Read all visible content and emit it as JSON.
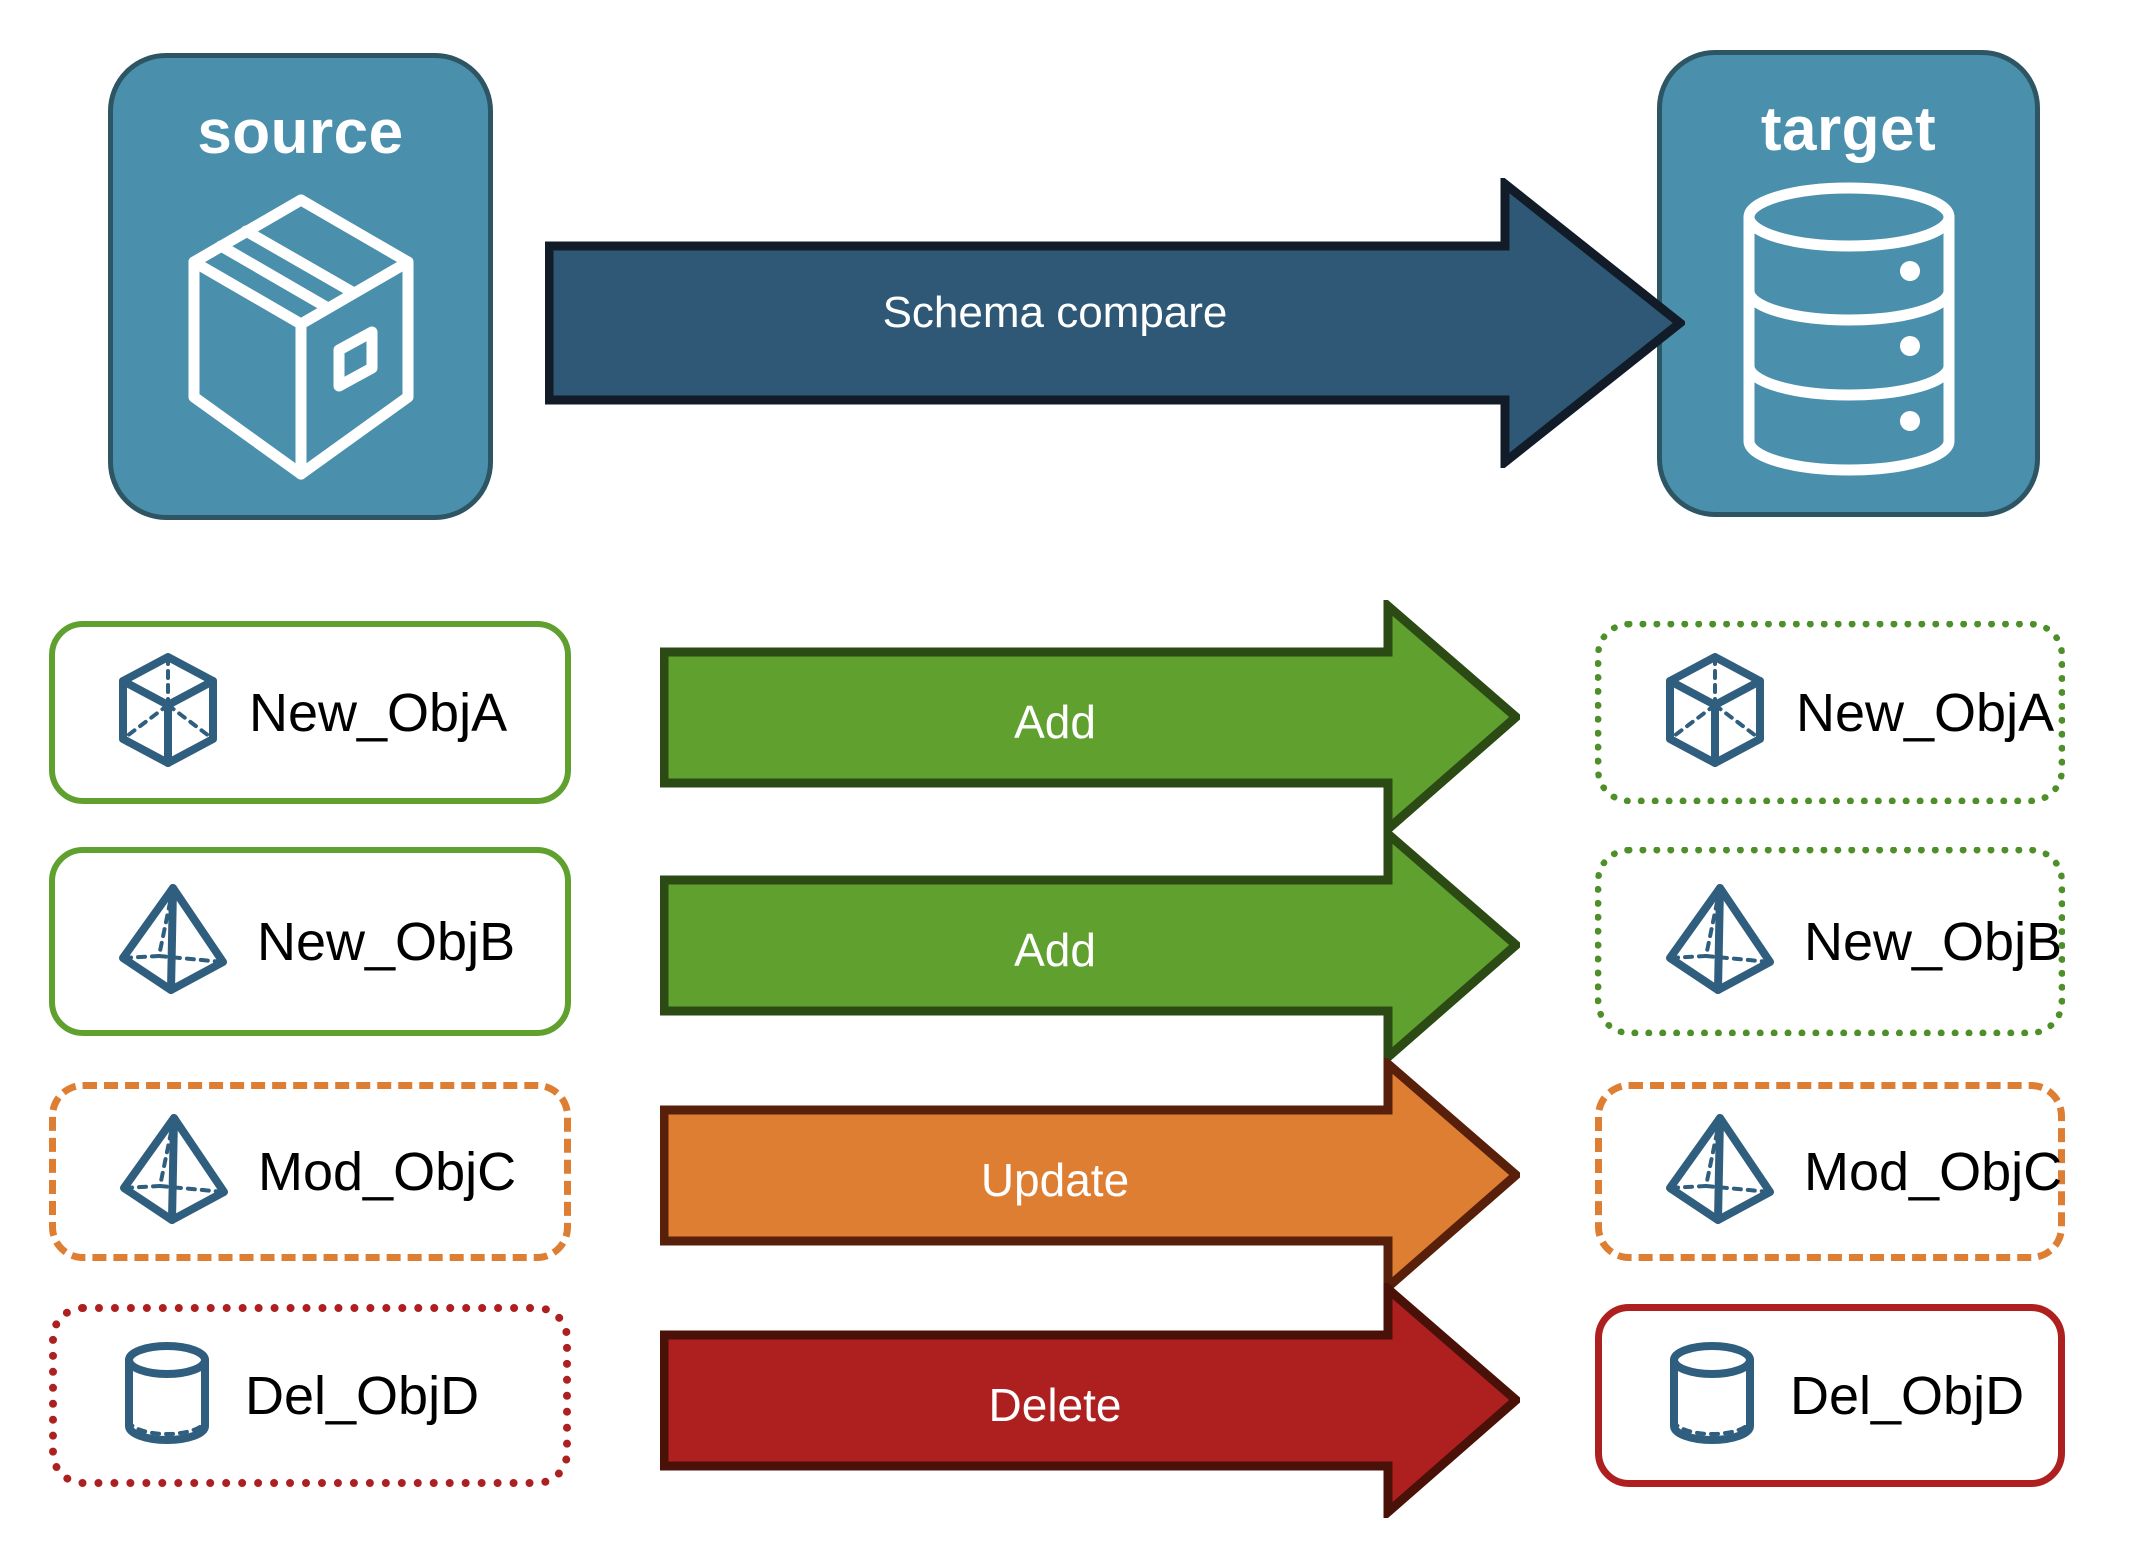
{
  "endpoints": {
    "source": {
      "title": "source",
      "icon": "package-box-icon"
    },
    "target": {
      "title": "target",
      "icon": "database-cylinder-icon"
    }
  },
  "compare_arrow": {
    "label": "Schema compare",
    "fill": "#2E5875",
    "stroke": "#111C28"
  },
  "rows": [
    {
      "source": {
        "label": "New_ObjA",
        "icon": "cube-wireframe-icon",
        "border_style": "solid",
        "border_color": "#5FA02F"
      },
      "action": {
        "label": "Add",
        "fill": "#5FA02F",
        "stroke": "#2B4A14"
      },
      "target": {
        "label": "New_ObjA",
        "icon": "cube-wireframe-icon",
        "border_style": "dotted",
        "border_color": "#4E8F29"
      }
    },
    {
      "source": {
        "label": "New_ObjB",
        "icon": "pyramid-wireframe-icon",
        "border_style": "solid",
        "border_color": "#5FA02F"
      },
      "action": {
        "label": "Add",
        "fill": "#5FA02F",
        "stroke": "#2B4A14"
      },
      "target": {
        "label": "New_ObjB",
        "icon": "pyramid-wireframe-icon",
        "border_style": "dotted",
        "border_color": "#4E8F29"
      }
    },
    {
      "source": {
        "label": "Mod_ObjC",
        "icon": "pyramid-wireframe-icon",
        "border_style": "dashed",
        "border_color": "#DD7E33"
      },
      "action": {
        "label": "Update",
        "fill": "#DD7E33",
        "stroke": "#58200A"
      },
      "target": {
        "label": "Mod_ObjC",
        "icon": "pyramid-wireframe-icon",
        "border_style": "dashed",
        "border_color": "#DD7E33"
      }
    },
    {
      "source": {
        "label": "Del_ObjD",
        "icon": "cylinder-wireframe-icon",
        "border_style": "dotted",
        "border_color": "#AE2020"
      },
      "action": {
        "label": "Delete",
        "fill": "#AE2020",
        "stroke": "#4A1108"
      },
      "target": {
        "label": "Del_ObjD",
        "icon": "cylinder-wireframe-icon",
        "border_style": "solid",
        "border_color": "#AE2020"
      }
    }
  ],
  "colors": {
    "card_fill": "#4A90AC",
    "card_stroke": "#2E5564",
    "icon_blue": "#2F5E7E",
    "background": "#FFFFFF"
  }
}
